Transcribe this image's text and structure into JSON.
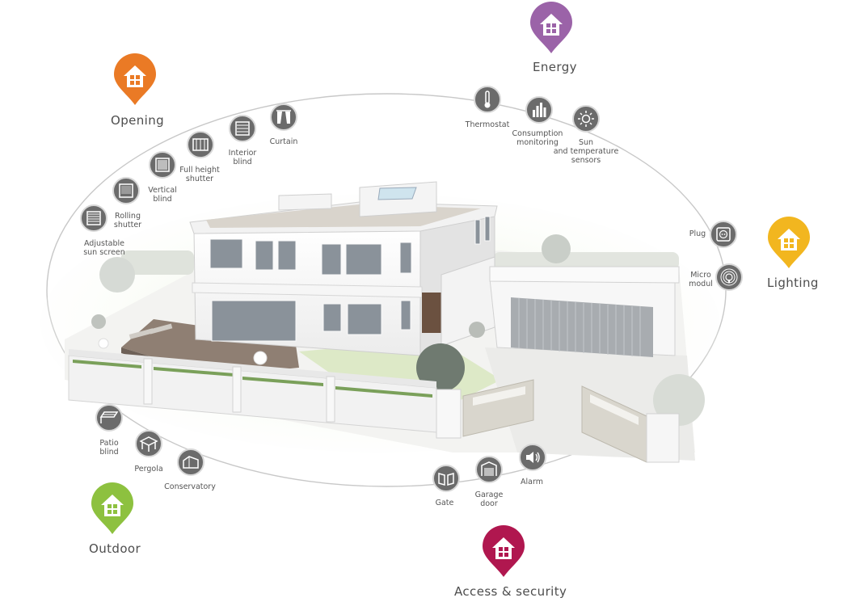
{
  "colors": {
    "opening": "#ea7a25",
    "energy": "#9b63a8",
    "lighting": "#f2b61f",
    "outdoor": "#8dc13f",
    "access_security": "#b0174f",
    "device_icon": "#6b6b6b",
    "ring": "#bbbbbb"
  },
  "categories": {
    "opening": {
      "label": "Opening",
      "icon": "house-pin-icon"
    },
    "energy": {
      "label": "Energy",
      "icon": "house-pin-icon"
    },
    "lighting": {
      "label": "Lighting",
      "icon": "house-pin-icon"
    },
    "outdoor": {
      "label": "Outdoor",
      "icon": "house-pin-icon"
    },
    "access_security": {
      "label": "Access & security",
      "icon": "house-pin-icon"
    }
  },
  "devices": {
    "adjustable_sun_screen": {
      "label": "Adjustable\nsun screen",
      "icon": "sun-screen-icon"
    },
    "rolling_shutter": {
      "label": "Rolling\nshutter",
      "icon": "rolling-shutter-icon"
    },
    "vertical_blind": {
      "label": "Vertical\nblind",
      "icon": "vertical-blind-icon"
    },
    "full_height_shutter": {
      "label": "Full height\nshutter",
      "icon": "full-height-shutter-icon"
    },
    "interior_blind": {
      "label": "Interior\nblind",
      "icon": "interior-blind-icon"
    },
    "curtain": {
      "label": "Curtain",
      "icon": "curtain-icon"
    },
    "thermostat": {
      "label": "Thermostat",
      "icon": "thermometer-icon"
    },
    "consumption_monitoring": {
      "label": "Consumption\nmonitoring",
      "icon": "bar-chart-icon"
    },
    "sun_temperature_sensors": {
      "label": "Sun\nand temperature\nsensors",
      "icon": "sun-icon"
    },
    "plug": {
      "label": "Plug",
      "icon": "plug-icon"
    },
    "micro_modul": {
      "label": "Micro\nmodul",
      "icon": "light-bulb-icon"
    },
    "alarm": {
      "label": "Alarm",
      "icon": "speaker-icon"
    },
    "garage_door": {
      "label": "Garage\ndoor",
      "icon": "garage-door-icon"
    },
    "gate": {
      "label": "Gate",
      "icon": "gate-icon"
    },
    "conservatory": {
      "label": "Conservatory",
      "icon": "conservatory-icon"
    },
    "pergola": {
      "label": "Pergola",
      "icon": "pergola-icon"
    },
    "patio_blind": {
      "label": "Patio\nblind",
      "icon": "patio-blind-icon"
    }
  }
}
